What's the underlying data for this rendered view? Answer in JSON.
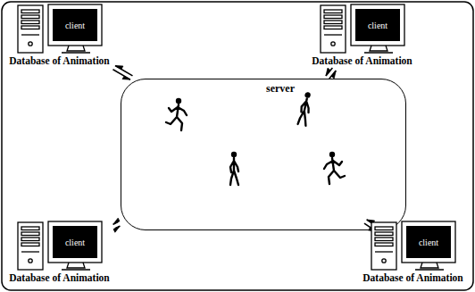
{
  "diagram": {
    "nodes": [
      {
        "text": [
          "client",
          "Database of Animation"
        ]
      },
      {
        "text": [
          "client",
          "Database of Animation"
        ]
      },
      {
        "text": [
          "server"
        ]
      },
      {
        "text": [
          "client",
          "Database of Animation"
        ]
      },
      {
        "text": [
          "client",
          "Database of Animation"
        ]
      }
    ],
    "edges": [
      {
        "from": 0,
        "to": 2,
        "arrow": "both"
      },
      {
        "from": 1,
        "to": 2,
        "arrow": "both"
      },
      {
        "from": 3,
        "to": 2,
        "arrow": "both"
      },
      {
        "from": 4,
        "to": 2,
        "arrow": "both"
      }
    ]
  }
}
